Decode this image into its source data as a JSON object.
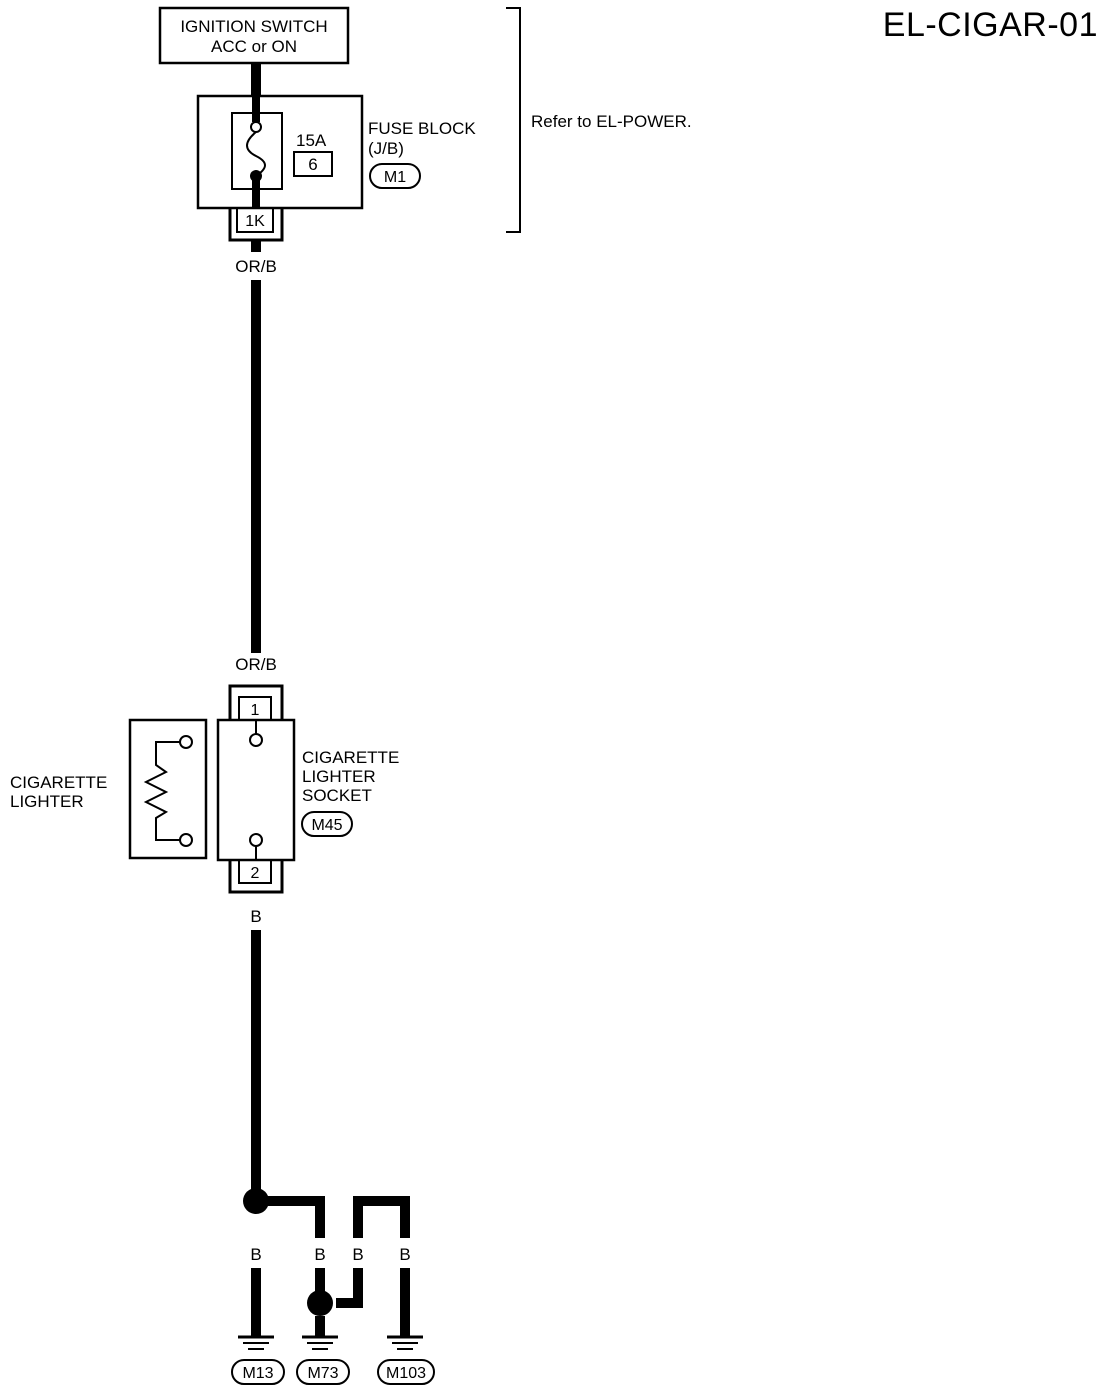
{
  "page_code": "EL-CIGAR-01",
  "ignition_switch": {
    "line1": "IGNITION SWITCH",
    "line2": "ACC or ON"
  },
  "fuse_block": {
    "name_line1": "FUSE BLOCK",
    "name_line2": "(J/B)",
    "connector": "M1",
    "amperage": "15A",
    "fuse_number": "6",
    "terminal": "1K"
  },
  "reference_note": "Refer to EL-POWER.",
  "wires": {
    "top_color": "OR/B",
    "socket_in_color": "OR/B",
    "socket_out_color": "B",
    "ground_color_1": "B",
    "ground_color_2": "B",
    "ground_color_3": "B",
    "ground_color_4": "B"
  },
  "socket": {
    "name_line1": "CIGARETTE",
    "name_line2": "LIGHTER",
    "name_line3": "SOCKET",
    "connector": "M45",
    "pin_top": "1",
    "pin_bottom": "2"
  },
  "lighter": {
    "line1": "CIGARETTE",
    "line2": "LIGHTER"
  },
  "grounds": [
    "M13",
    "M73",
    "M103"
  ]
}
